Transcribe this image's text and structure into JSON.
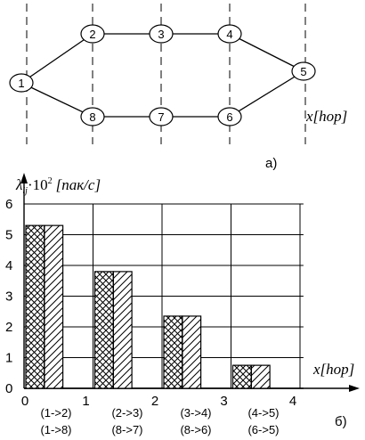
{
  "graph": {
    "nodes": [
      "1",
      "2",
      "3",
      "4",
      "5",
      "6",
      "7",
      "8"
    ],
    "edges": [
      [
        "1",
        "2"
      ],
      [
        "2",
        "3"
      ],
      [
        "3",
        "4"
      ],
      [
        "4",
        "5"
      ],
      [
        "1",
        "8"
      ],
      [
        "8",
        "7"
      ],
      [
        "7",
        "6"
      ],
      [
        "6",
        "5"
      ]
    ],
    "axis_label_main": "x",
    "axis_label_unit": "[hop]",
    "panel_label": "а)"
  },
  "chart_data": {
    "type": "bar",
    "ylabel_symbol": "λ",
    "ylabel_sub": "ij",
    "ylabel_mult": "·10",
    "ylabel_exp": "2",
    "ylabel_unit": "[пак/с]",
    "xlabel_main": "x",
    "xlabel_unit": "[hop]",
    "panel_label": "б)",
    "xlim": [
      0,
      4
    ],
    "ylim": [
      0,
      6
    ],
    "x_ticks": [
      "0",
      "1",
      "2",
      "3",
      "4"
    ],
    "y_ticks": [
      "0",
      "1",
      "2",
      "3",
      "4",
      "5",
      "6"
    ],
    "grid": true,
    "groups": [
      {
        "top": "(1->2)",
        "bottom": "(1->8)"
      },
      {
        "top": "(2->3)",
        "bottom": "(8->7)"
      },
      {
        "top": "(3->4)",
        "bottom": "(8->6)"
      },
      {
        "top": "(4->5)",
        "bottom": "(6->5)"
      }
    ],
    "series": [
      {
        "pattern": "crosshatch",
        "x": [
          0.05,
          1.05,
          2.05,
          3.05
        ],
        "values": [
          5.3,
          3.8,
          2.35,
          0.75
        ]
      },
      {
        "pattern": "diagonal",
        "x": [
          0.32,
          1.32,
          2.32,
          3.32
        ],
        "values": [
          5.3,
          3.8,
          2.35,
          0.75
        ]
      }
    ]
  }
}
